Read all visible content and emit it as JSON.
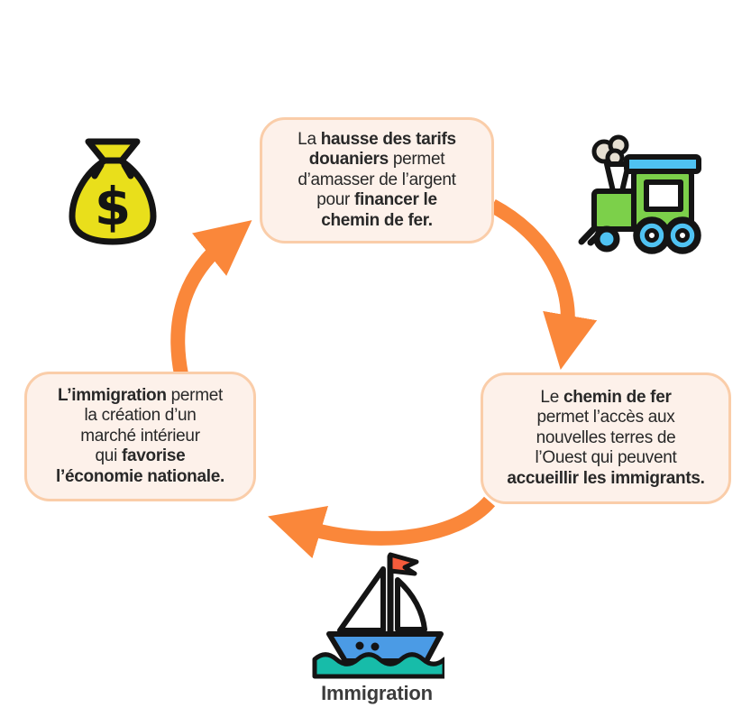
{
  "colors": {
    "background": "#ffffff",
    "arrow": "#FA873A",
    "box_fill": "#FDF1EA",
    "box_border": "#FACDA9",
    "text": "#282828",
    "label": "#3C3C3C",
    "money_yellow": "#E9DF1B",
    "train_green": "#7CD04A",
    "wheel_blue": "#4FC2F2",
    "smoke_beige": "#E6DFD2",
    "boat_hull": "#4B9BE5",
    "water_teal": "#17BCA9",
    "flag_red": "#F55B3B",
    "outline_black": "#141414"
  },
  "boxes": {
    "tariffs": {
      "lines": [
        [
          {
            "t": "La ",
            "b": false
          },
          {
            "t": "hausse des tarifs",
            "b": true
          }
        ],
        [
          {
            "t": "douaniers",
            "b": true
          },
          {
            "t": " permet",
            "b": false
          }
        ],
        [
          {
            "t": "d’amasser de l’argent",
            "b": false
          }
        ],
        [
          {
            "t": "pour ",
            "b": false
          },
          {
            "t": "financer le",
            "b": true
          }
        ],
        [
          {
            "t": "chemin de fer.",
            "b": true
          }
        ]
      ]
    },
    "railway": {
      "lines": [
        [
          {
            "t": "Le ",
            "b": false
          },
          {
            "t": "chemin de fer",
            "b": true
          }
        ],
        [
          {
            "t": "permet l’accès aux",
            "b": false
          }
        ],
        [
          {
            "t": "nouvelles terres de",
            "b": false
          }
        ],
        [
          {
            "t": "l’Ouest qui peuvent",
            "b": false
          }
        ],
        [
          {
            "t": "accueillir les immigrants.",
            "b": true
          }
        ]
      ]
    },
    "immigration": {
      "lines": [
        [
          {
            "t": "L’immigration",
            "b": true
          },
          {
            "t": " permet",
            "b": false
          }
        ],
        [
          {
            "t": "la création d’un",
            "b": false
          }
        ],
        [
          {
            "t": "marché intérieur",
            "b": false
          }
        ],
        [
          {
            "t": "qui ",
            "b": false
          },
          {
            "t": "favorise",
            "b": true
          }
        ],
        [
          {
            "t": "l’économie nationale.",
            "b": true
          }
        ]
      ]
    }
  },
  "icons": {
    "money_bag": "money-bag-icon",
    "money_symbol": "$",
    "train": "train-icon",
    "sailboat": "sailboat-icon"
  },
  "caption": {
    "boat_label": "Immigration"
  }
}
